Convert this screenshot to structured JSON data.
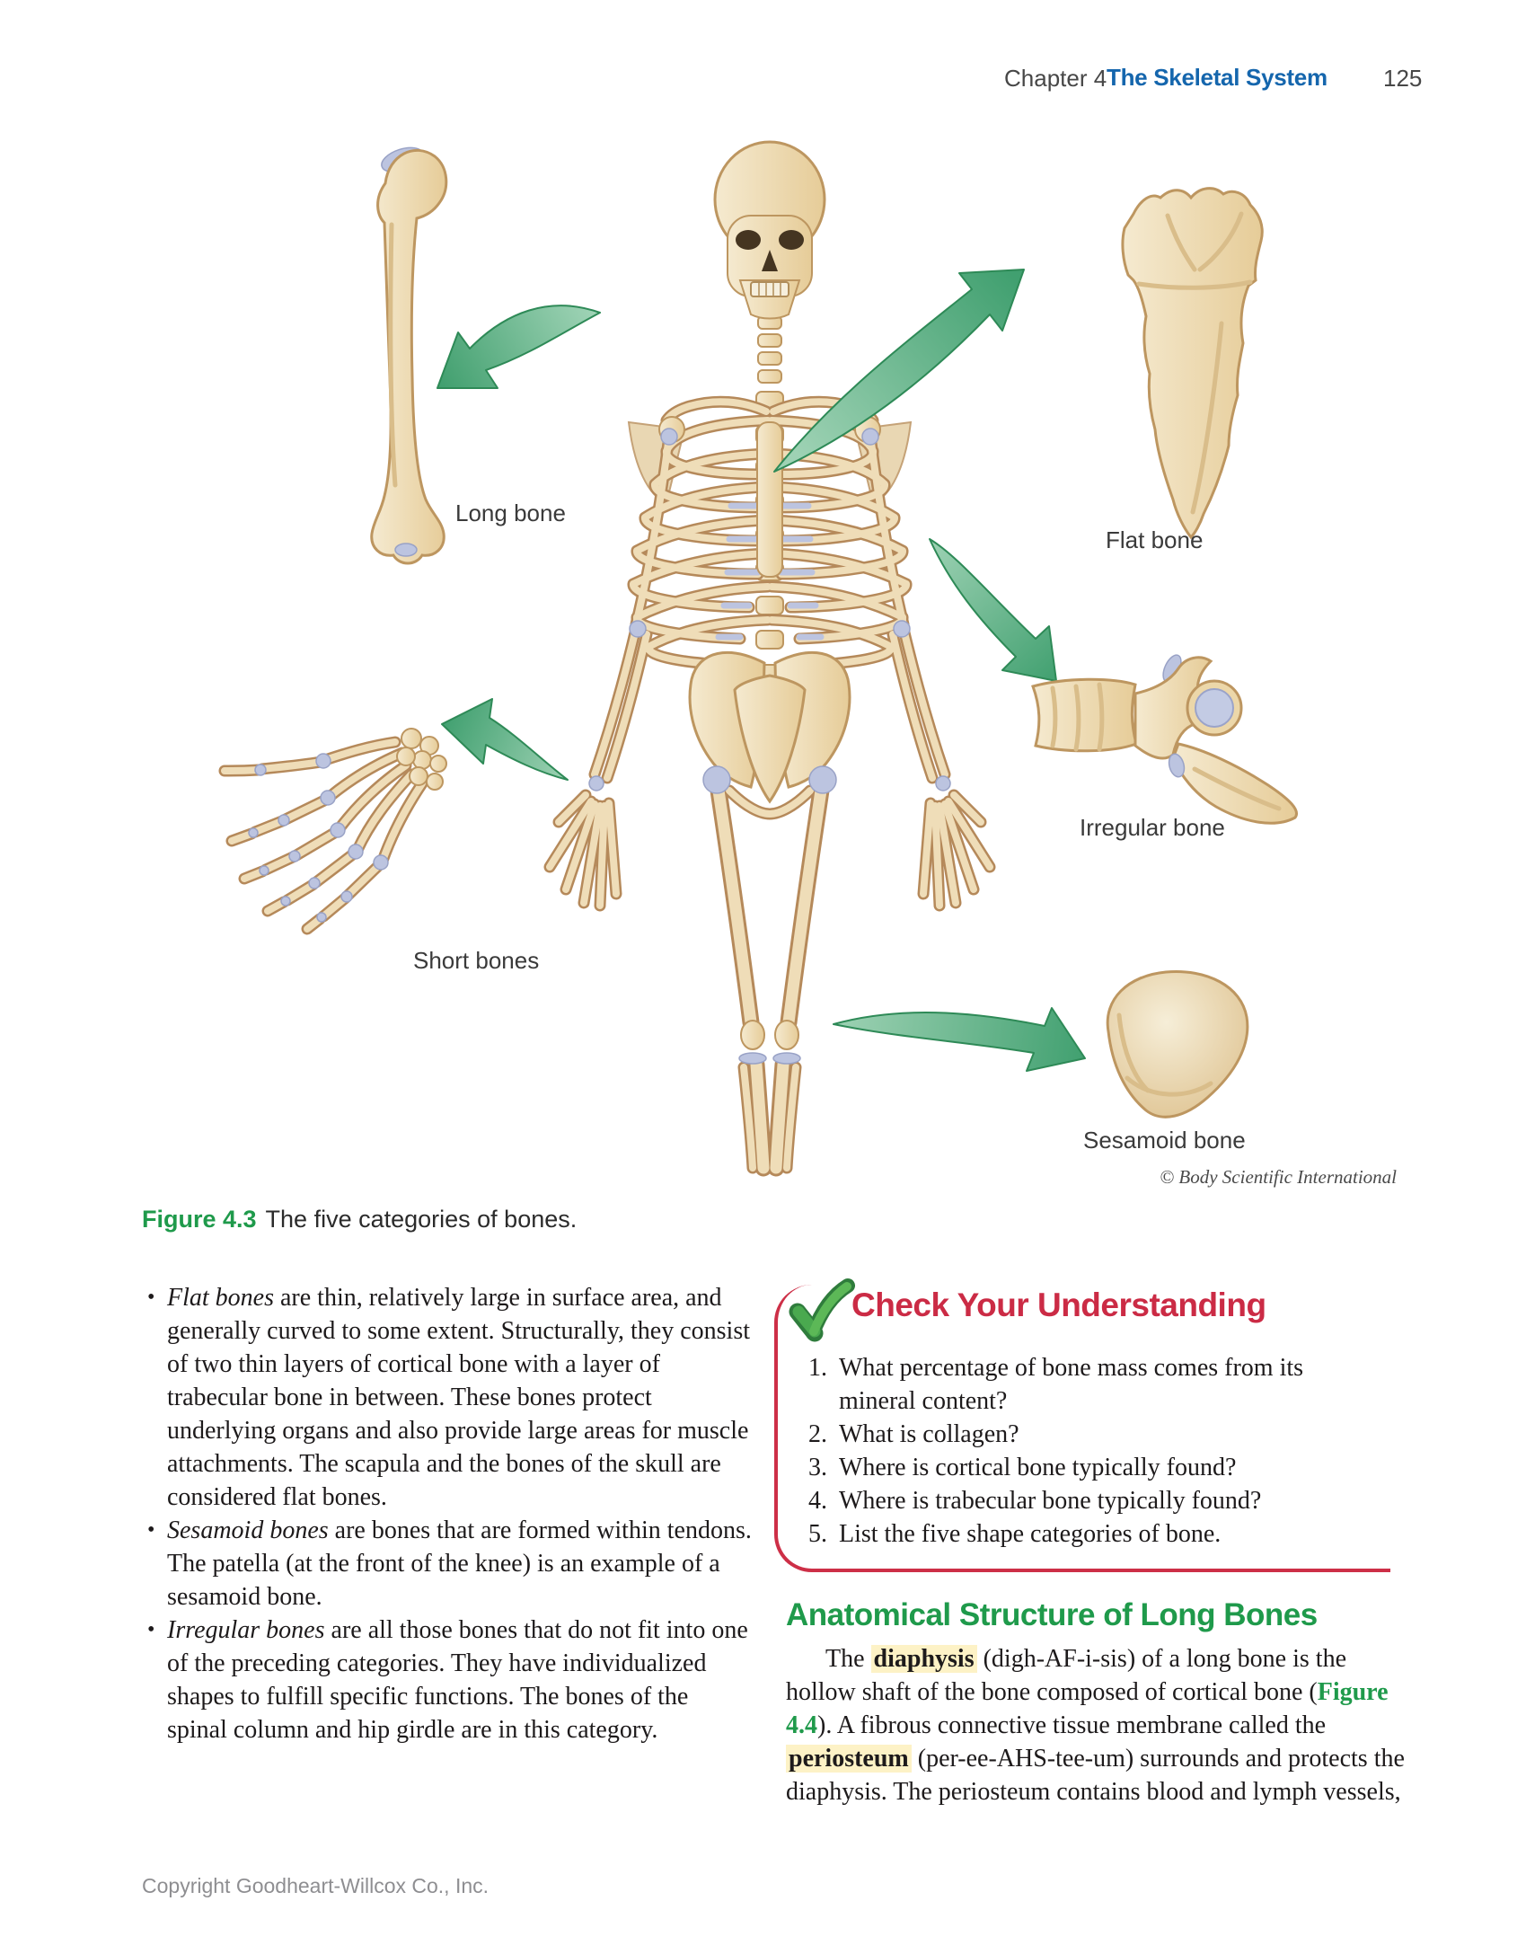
{
  "header": {
    "chapter": "Chapter 4",
    "title": "The Skeletal System",
    "page_number": "125"
  },
  "figure": {
    "labels": {
      "long": "Long bone",
      "flat": "Flat bone",
      "irregular": "Irregular bone",
      "short": "Short bones",
      "sesamoid": "Sesamoid bone"
    },
    "credit": "© Body Scientific International",
    "caption_label": "Figure 4.3",
    "caption_text": "The five categories of bones."
  },
  "left_column": {
    "bullets": [
      {
        "segments": [
          {
            "t": "Flat bones",
            "style": "italic"
          },
          {
            "t": " are thin, relatively large in surface area, and generally curved to some extent. Structurally, they consist of two thin layers of cortical bone with a layer of trabecular bone in between. These bones protect underlying organs and also provide large areas for muscle attachments. The scapula and the bones of the skull are considered flat bones.",
            "style": ""
          }
        ]
      },
      {
        "segments": [
          {
            "t": "Sesamoid bones",
            "style": "italic"
          },
          {
            "t": " are bones that are formed within tendons. The patella (at the front of the knee) is an example of a sesamoid bone.",
            "style": ""
          }
        ]
      },
      {
        "segments": [
          {
            "t": "Irregular bones",
            "style": "italic"
          },
          {
            "t": " are all those bones that do not fit into one of the preceding categories. They have individualized shapes to fulfill specific functions. The bones of the spinal column and hip girdle are in this category.",
            "style": ""
          }
        ]
      }
    ]
  },
  "check_your_understanding": {
    "title": "Check Your Understanding",
    "questions": [
      "What percentage of bone mass comes from its mineral content?",
      "What is collagen?",
      "Where is cortical bone typically found?",
      "Where is trabecular bone typically found?",
      "List the five shape categories of bone."
    ]
  },
  "section": {
    "heading": "Anatomical Structure of Long Bones",
    "paragraph_segments": [
      {
        "t": "The ",
        "style": ""
      },
      {
        "t": "diaphysis",
        "style": "key-term"
      },
      {
        "t": " (digh-AF-i-sis) of a long bone is the hollow shaft of the bone composed of cortical bone (",
        "style": ""
      },
      {
        "t": "Figure 4.4",
        "style": "figref"
      },
      {
        "t": "). A fibrous connective tissue membrane called the ",
        "style": ""
      },
      {
        "t": "periosteum",
        "style": "key-term"
      },
      {
        "t": " (per-ee-AHS-tee-um) surrounds and protects the diaphysis. The periosteum contains blood and lymph vessels,",
        "style": ""
      }
    ]
  },
  "footer": {
    "copyright": "Copyright Goodheart-Willcox Co., Inc."
  },
  "colors": {
    "header_blue": "#1566ad",
    "heading_green": "#1f9a4b",
    "cyu_red": "#cd2f47",
    "highlight_yellow": "#fdf2c6",
    "bone_fill": "#efddb8",
    "bone_outline": "#b5895a",
    "cartilage_blue": "#bcc4e0",
    "arrow_green": "#41a070"
  }
}
